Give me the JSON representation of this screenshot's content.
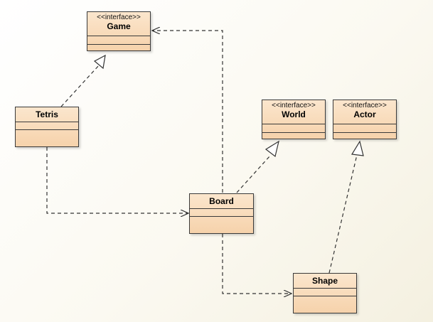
{
  "classes": {
    "game": {
      "stereotype": "<<interface>>",
      "name": "Game"
    },
    "world": {
      "stereotype": "<<interface>>",
      "name": "World"
    },
    "actor": {
      "stereotype": "<<interface>>",
      "name": "Actor"
    },
    "tetris": {
      "name": "Tetris"
    },
    "board": {
      "name": "Board"
    },
    "shape": {
      "name": "Shape"
    }
  },
  "colors": {
    "class_fill_top": "#fbe6cd",
    "class_fill_bottom": "#f6d2ab",
    "line": "#333333"
  }
}
